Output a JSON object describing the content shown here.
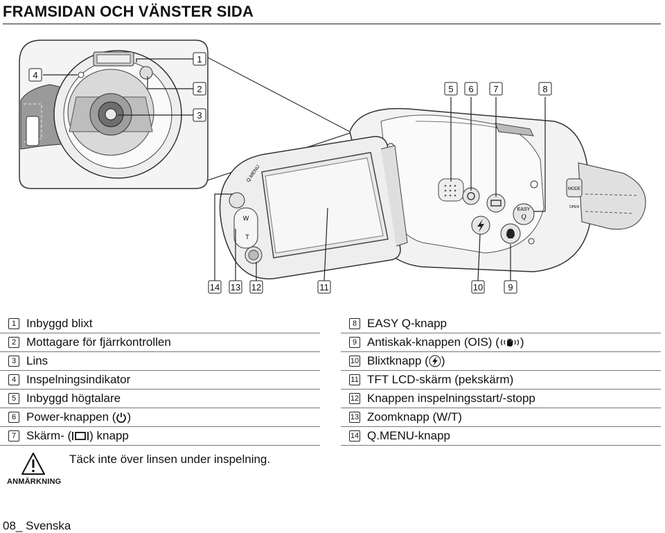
{
  "page": {
    "title": "FRAMSIDAN OCH VÄNSTER SIDA"
  },
  "callouts": {
    "c1": "1",
    "c2": "2",
    "c3": "3",
    "c4": "4",
    "c5": "5",
    "c6": "6",
    "c7": "7",
    "c8": "8",
    "c9": "9",
    "c10": "10",
    "c11": "11",
    "c12": "12",
    "c13": "13",
    "c14": "14"
  },
  "device_labels": {
    "qmenu": "Q.MENU",
    "w": "W",
    "t": "T",
    "mode": "MODE",
    "easy": "EASY",
    "easy_q": "Q",
    "open": "OPEN"
  },
  "legend_left": [
    {
      "num": "1",
      "text": "Inbyggd blixt"
    },
    {
      "num": "2",
      "text": "Mottagare för fjärrkontrollen"
    },
    {
      "num": "3",
      "text": "Lins"
    },
    {
      "num": "4",
      "text": "Inspelningsindikator"
    },
    {
      "num": "5",
      "text": "Inbyggd högtalare"
    },
    {
      "num": "6",
      "text": "Power-knappen (",
      "suffix": ")",
      "icon": "power-icon"
    },
    {
      "num": "7",
      "text": "Skärm- (",
      "suffix": ") knapp",
      "icon": "display-icon"
    }
  ],
  "legend_right": [
    {
      "num": "8",
      "text": "EASY Q-knapp"
    },
    {
      "num": "9",
      "text": "Antiskak-knappen (OIS) (",
      "suffix": ")",
      "icon": "ois-hand-icon"
    },
    {
      "num": "10",
      "text": "Blixtknapp (",
      "suffix": ")",
      "icon": "flash-icon"
    },
    {
      "num": "11",
      "text": "TFT LCD-skärm (pekskärm)"
    },
    {
      "num": "12",
      "text": "Knappen inspelningsstart/-stopp"
    },
    {
      "num": "13",
      "text": "Zoomknapp (W/T)"
    },
    {
      "num": "14",
      "text": "Q.MENU-knapp"
    }
  ],
  "note": {
    "icon": "warning-triangle-icon",
    "label": "ANMÄRKNING",
    "text": "Täck inte över linsen under inspelning."
  },
  "footer": {
    "page_number": "08_",
    "language": "Svenska"
  }
}
